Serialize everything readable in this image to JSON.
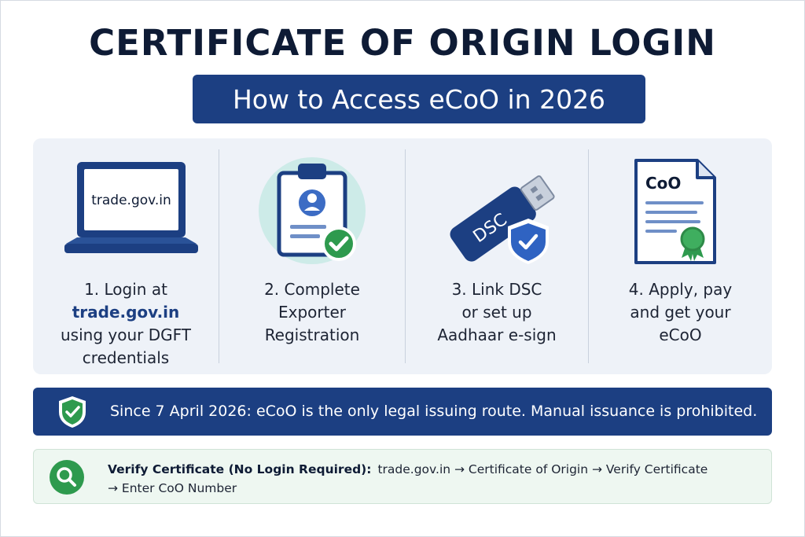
{
  "header": {
    "title": "CERTIFICATE OF ORIGIN LOGIN",
    "subtitle": "How to Access eCoO in 2026"
  },
  "steps": [
    {
      "icon": "laptop-icon",
      "screen_text": "trade.gov.in",
      "line1": "1. Login at",
      "link": "trade.gov.in",
      "line2": "using your DGFT",
      "line3": "credentials"
    },
    {
      "icon": "clipboard-check-icon",
      "line1": "2. Complete",
      "line2": "Exporter",
      "line3": "Registration"
    },
    {
      "icon": "usb-shield-icon",
      "usb_label": "DSC",
      "line1": "3. Link DSC",
      "line2": "or set up",
      "line3": "Aadhaar e-sign"
    },
    {
      "icon": "certificate-icon",
      "doc_label": "CoO",
      "line1": "4. Apply, pay",
      "line2": "and get your",
      "line3": "eCoO"
    }
  ],
  "notice": {
    "icon": "shield-check-icon",
    "text": "Since 7 April 2026: eCoO is the only legal issuing route. Manual issuance is prohibited."
  },
  "verify": {
    "icon": "search-icon",
    "label": "Verify Certificate (No Login Required):",
    "path_line1": "trade.gov.in → Certificate of Origin → Verify Certificate",
    "path_line2": "→ Enter CoO Number"
  },
  "colors": {
    "navy": "#1c3f82",
    "title": "#0e1b35",
    "panel": "#eef2f8",
    "green": "#2e9a4e",
    "teal_circle": "#cdebe8"
  }
}
